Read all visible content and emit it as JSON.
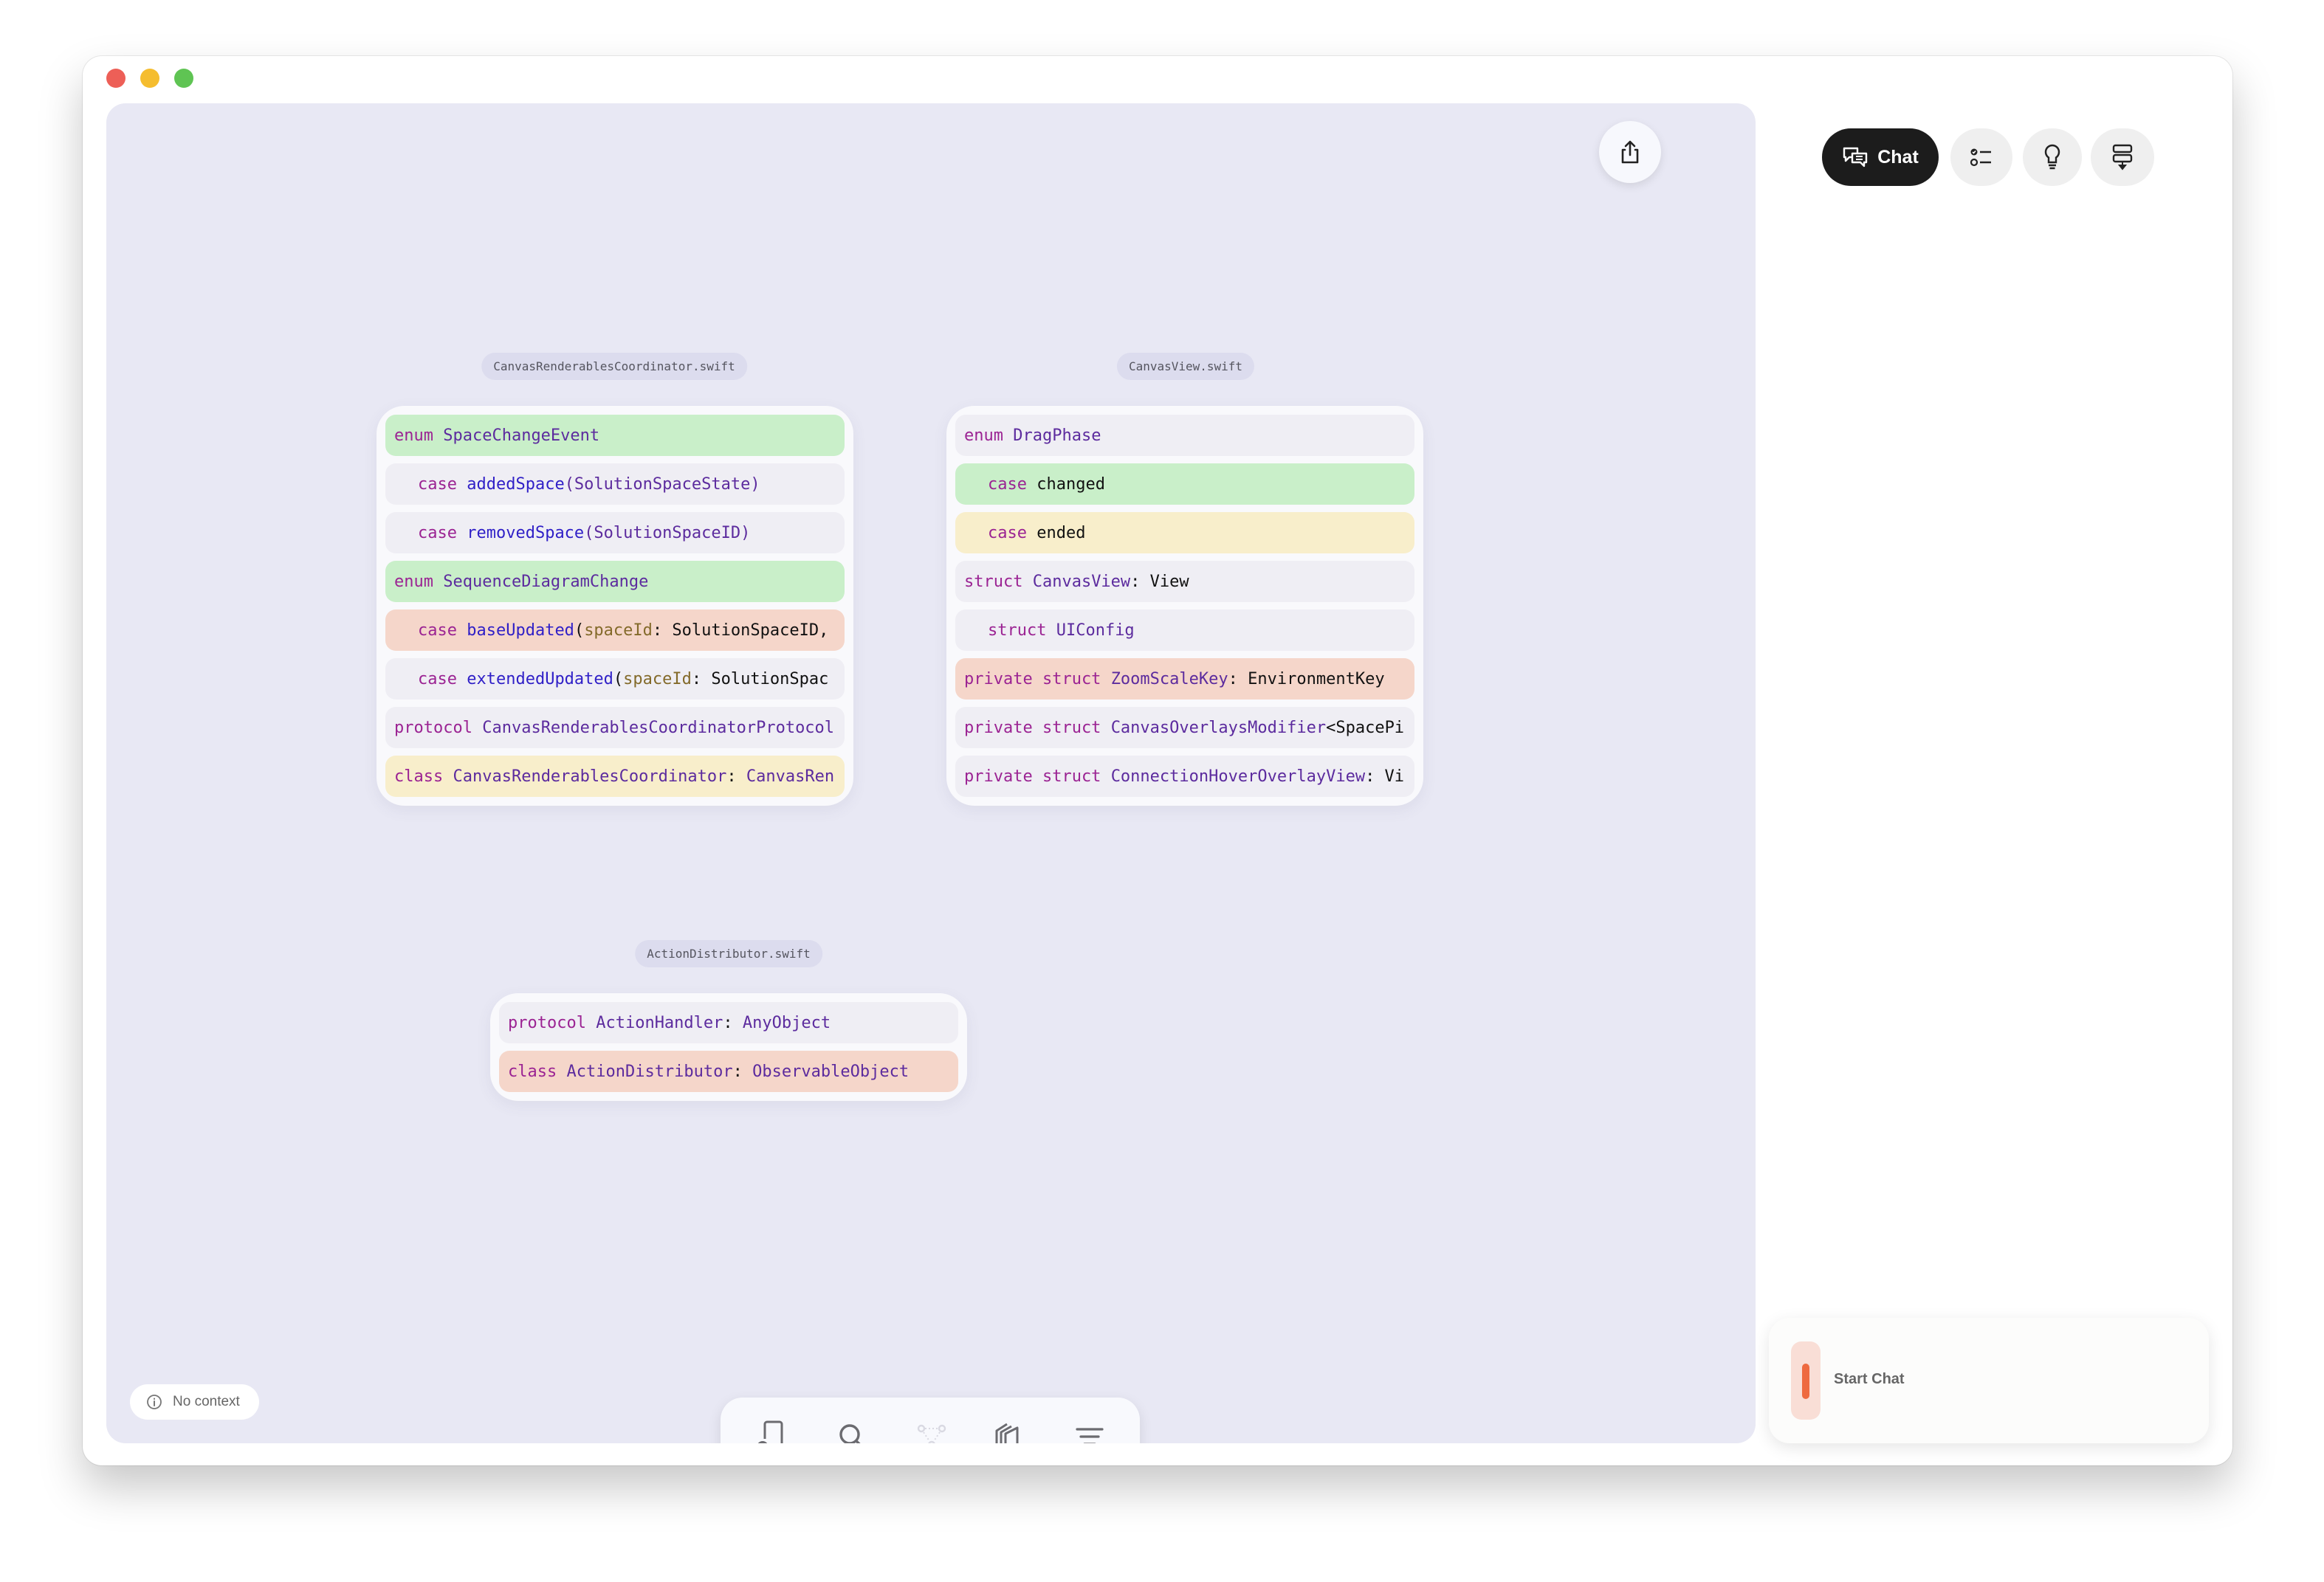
{
  "window": {
    "traffic_lights": {
      "close": "#ed5f57",
      "minimize": "#f5bd2f",
      "maximize": "#5fc453"
    }
  },
  "canvas": {
    "share_icon": "share-icon",
    "files": [
      {
        "name": "CanvasRenderablesCoordinator.swift",
        "rows": [
          {
            "bg": "green",
            "indent": false,
            "tokens": [
              {
                "t": "enum ",
                "k": "kw"
              },
              {
                "t": "SpaceChangeEvent",
                "k": "type"
              }
            ]
          },
          {
            "bg": "gray",
            "indent": true,
            "tokens": [
              {
                "t": "case ",
                "k": "kw"
              },
              {
                "t": "addedSpace",
                "k": "fn"
              },
              {
                "t": "(SolutionSpaceState)",
                "k": "type"
              }
            ]
          },
          {
            "bg": "gray",
            "indent": true,
            "tokens": [
              {
                "t": "case ",
                "k": "kw"
              },
              {
                "t": "removedSpace",
                "k": "fn"
              },
              {
                "t": "(SolutionSpaceID)",
                "k": "type"
              }
            ]
          },
          {
            "bg": "green",
            "indent": false,
            "tokens": [
              {
                "t": "enum ",
                "k": "kw"
              },
              {
                "t": "SequenceDiagramChange",
                "k": "type"
              }
            ]
          },
          {
            "bg": "red",
            "indent": true,
            "tokens": [
              {
                "t": "case ",
                "k": "kw"
              },
              {
                "t": "baseUpdated",
                "k": "fn"
              },
              {
                "t": "(",
                "k": "plain"
              },
              {
                "t": "spaceId",
                "k": "param"
              },
              {
                "t": ": SolutionSpaceID,",
                "k": "plain"
              }
            ]
          },
          {
            "bg": "gray",
            "indent": true,
            "tokens": [
              {
                "t": "case ",
                "k": "kw"
              },
              {
                "t": "extendedUpdated",
                "k": "fn"
              },
              {
                "t": "(",
                "k": "plain"
              },
              {
                "t": "spaceId",
                "k": "param"
              },
              {
                "t": ": SolutionSpac",
                "k": "plain"
              }
            ]
          },
          {
            "bg": "gray",
            "indent": false,
            "tokens": [
              {
                "t": "protocol ",
                "k": "kw"
              },
              {
                "t": "CanvasRenderablesCoordinatorProtocol",
                "k": "type"
              }
            ]
          },
          {
            "bg": "yellow",
            "indent": false,
            "tokens": [
              {
                "t": "class ",
                "k": "kw"
              },
              {
                "t": "CanvasRenderablesCoordinator",
                "k": "type"
              },
              {
                "t": ": ",
                "k": "plain"
              },
              {
                "t": "CanvasRen",
                "k": "type"
              }
            ]
          }
        ]
      },
      {
        "name": "CanvasView.swift",
        "rows": [
          {
            "bg": "gray",
            "indent": false,
            "tokens": [
              {
                "t": "enum ",
                "k": "kw"
              },
              {
                "t": "DragPhase",
                "k": "type"
              }
            ]
          },
          {
            "bg": "green",
            "indent": true,
            "tokens": [
              {
                "t": "case ",
                "k": "kw"
              },
              {
                "t": "changed",
                "k": "plain"
              }
            ]
          },
          {
            "bg": "yellow",
            "indent": true,
            "tokens": [
              {
                "t": "case ",
                "k": "kw"
              },
              {
                "t": "ended",
                "k": "plain"
              }
            ]
          },
          {
            "bg": "gray",
            "indent": false,
            "tokens": [
              {
                "t": "struct ",
                "k": "kw"
              },
              {
                "t": "CanvasView",
                "k": "type"
              },
              {
                "t": ": View",
                "k": "plain"
              }
            ]
          },
          {
            "bg": "gray",
            "indent": true,
            "tokens": [
              {
                "t": "struct ",
                "k": "kw"
              },
              {
                "t": "UIConfig",
                "k": "type"
              }
            ]
          },
          {
            "bg": "red",
            "indent": false,
            "tokens": [
              {
                "t": "private struct ",
                "k": "kw"
              },
              {
                "t": "ZoomScaleKey",
                "k": "type"
              },
              {
                "t": ": EnvironmentKey",
                "k": "plain"
              }
            ]
          },
          {
            "bg": "gray",
            "indent": false,
            "tokens": [
              {
                "t": "private struct ",
                "k": "kw"
              },
              {
                "t": "CanvasOverlaysModifier",
                "k": "type"
              },
              {
                "t": "<SpacePi",
                "k": "plain"
              }
            ]
          },
          {
            "bg": "gray",
            "indent": false,
            "tokens": [
              {
                "t": "private struct ",
                "k": "kw"
              },
              {
                "t": "ConnectionHoverOverlayView",
                "k": "type"
              },
              {
                "t": ": Vi",
                "k": "plain"
              }
            ]
          }
        ]
      },
      {
        "name": "ActionDistributor.swift",
        "rows": [
          {
            "bg": "gray",
            "indent": false,
            "tokens": [
              {
                "t": "protocol ",
                "k": "kw"
              },
              {
                "t": "ActionHandler",
                "k": "type"
              },
              {
                "t": ": ",
                "k": "plain"
              },
              {
                "t": "AnyObject",
                "k": "type"
              }
            ]
          },
          {
            "bg": "red",
            "indent": false,
            "tokens": [
              {
                "t": "class ",
                "k": "kw"
              },
              {
                "t": "ActionDistributor",
                "k": "type"
              },
              {
                "t": ": ",
                "k": "plain"
              },
              {
                "t": "ObservableObject",
                "k": "type"
              }
            ]
          }
        ]
      }
    ],
    "toolbar": {
      "icons": [
        "add-file-icon",
        "search-icon",
        "graph-icon",
        "layers-icon",
        "filter-icon"
      ],
      "disabled": [
        "graph-icon"
      ]
    },
    "context": {
      "label": "No context",
      "icon": "info-icon"
    }
  },
  "sidebar": {
    "chat_tab": "Chat",
    "tab_icons": [
      "chat-bubbles-icon",
      "checklist-icon",
      "lightbulb-icon",
      "flow-icon"
    ],
    "start_chat": "Start Chat",
    "accent": "#ee6a40"
  }
}
